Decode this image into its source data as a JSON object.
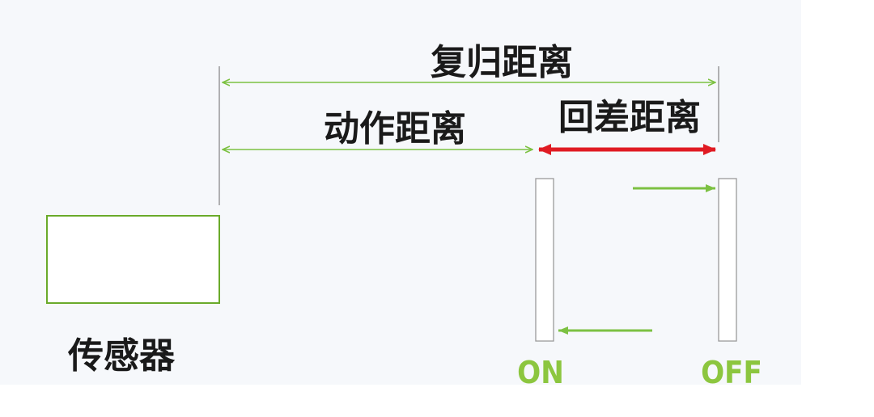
{
  "labels": {
    "reset_distance": "复归距离",
    "action_distance": "动作距离",
    "hysteresis_distance": "回差距离",
    "sensor": "传感器",
    "on": "ON",
    "off": "OFF"
  },
  "colors": {
    "background": "#f6f8fb",
    "green_line": "#7cc142",
    "sensor_border": "#6aaa2a",
    "red_arrow": "#e01b23",
    "switch_label": "#8cc63f",
    "plate_border": "#9a9a9a",
    "guide_line": "#8a8a8a",
    "text": "#1a1a1a"
  }
}
